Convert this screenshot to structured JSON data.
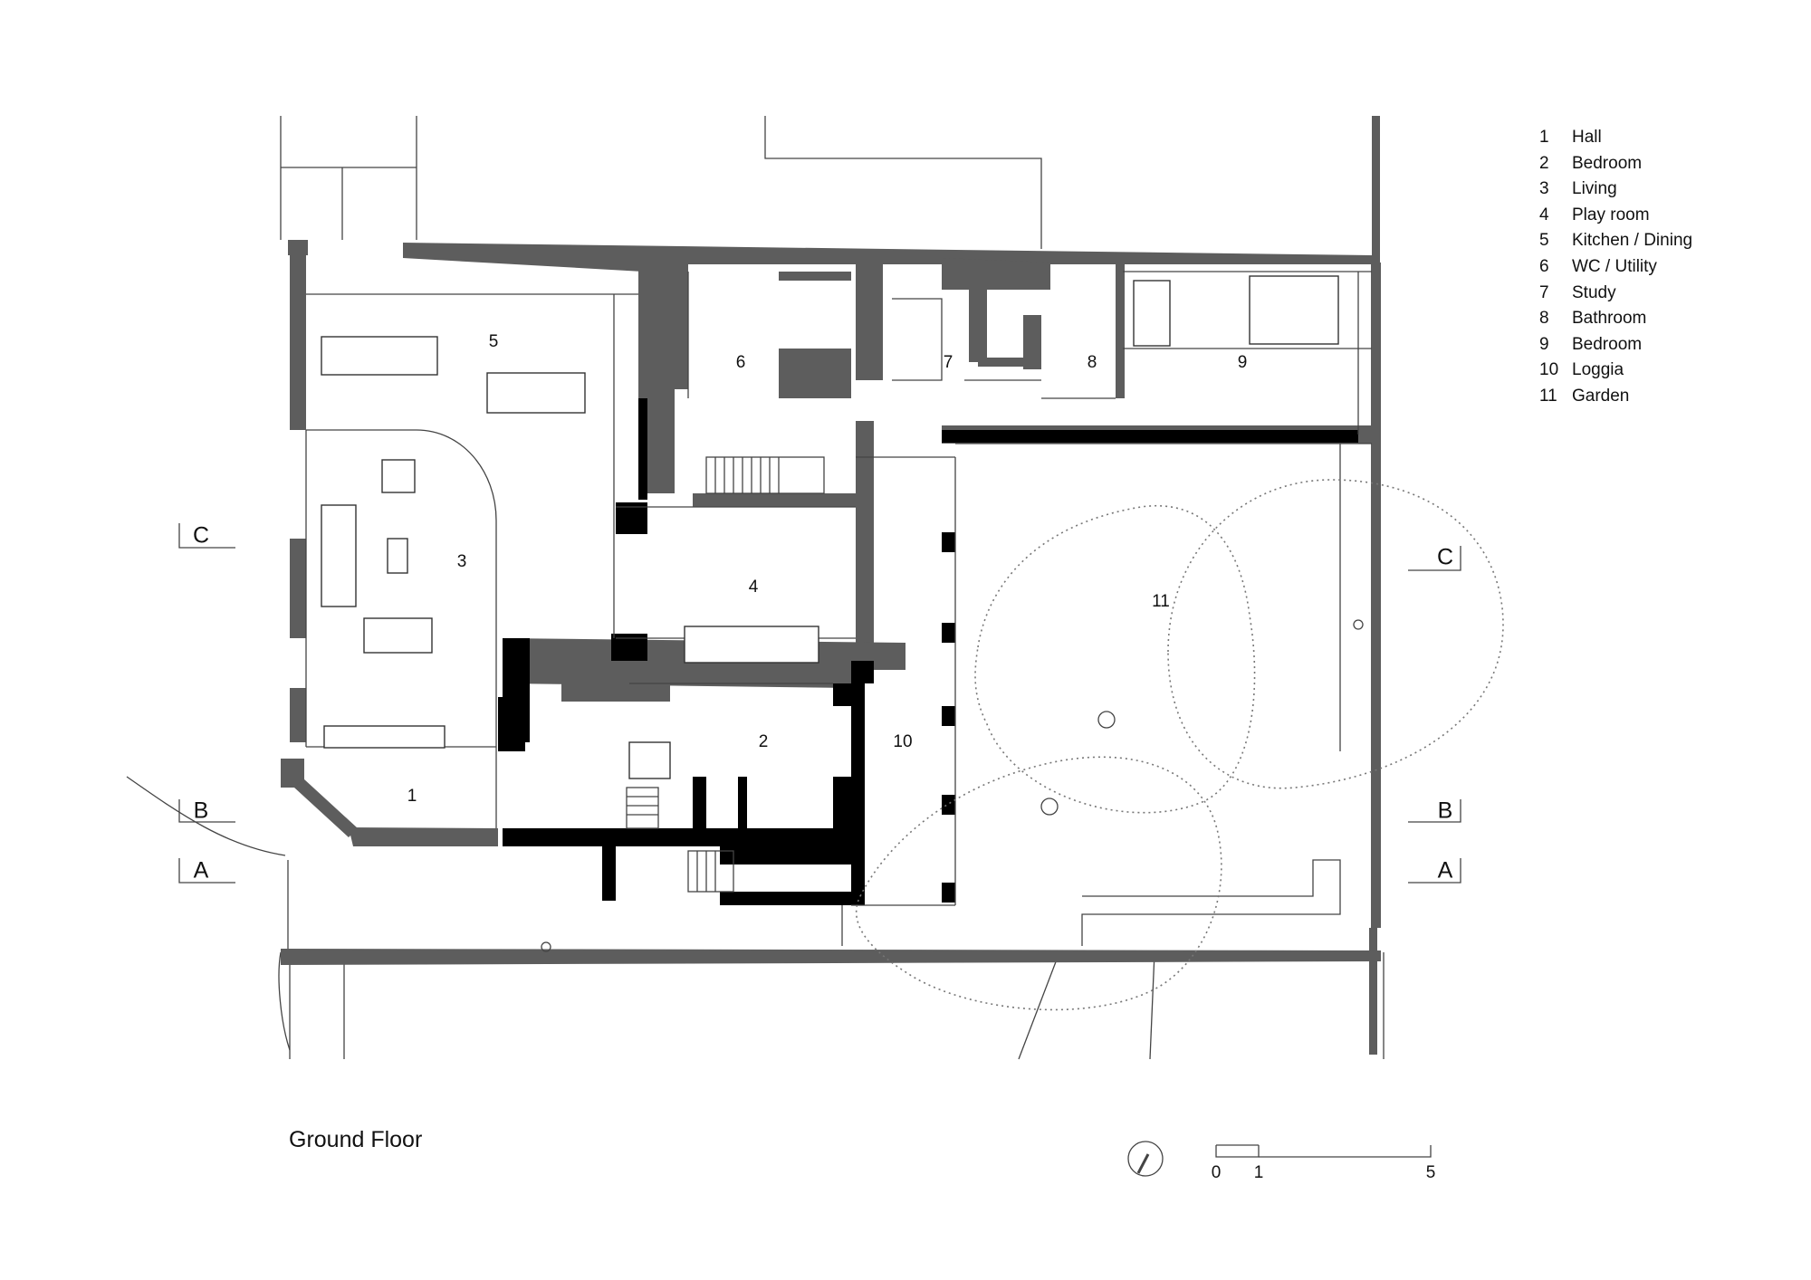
{
  "title": "Ground Floor",
  "legend": [
    {
      "num": "1",
      "name": "Hall"
    },
    {
      "num": "2",
      "name": "Bedroom"
    },
    {
      "num": "3",
      "name": "Living"
    },
    {
      "num": "4",
      "name": "Play room"
    },
    {
      "num": "5",
      "name": "Kitchen / Dining"
    },
    {
      "num": "6",
      "name": "WC / Utility"
    },
    {
      "num": "7",
      "name": "Study"
    },
    {
      "num": "8",
      "name": "Bathroom"
    },
    {
      "num": "9",
      "name": "Bedroom"
    },
    {
      "num": "10",
      "name": "Loggia"
    },
    {
      "num": "11",
      "name": "Garden"
    }
  ],
  "rooms": [
    "1",
    "2",
    "3",
    "4",
    "5",
    "6",
    "7",
    "8",
    "9",
    "10",
    "11"
  ],
  "sections": [
    "A",
    "B",
    "C"
  ],
  "scale": {
    "labels": [
      "0",
      "1",
      "5"
    ]
  },
  "colors": {
    "wall": "#5d5d5d",
    "solid": "#000000",
    "line": "#444444"
  }
}
